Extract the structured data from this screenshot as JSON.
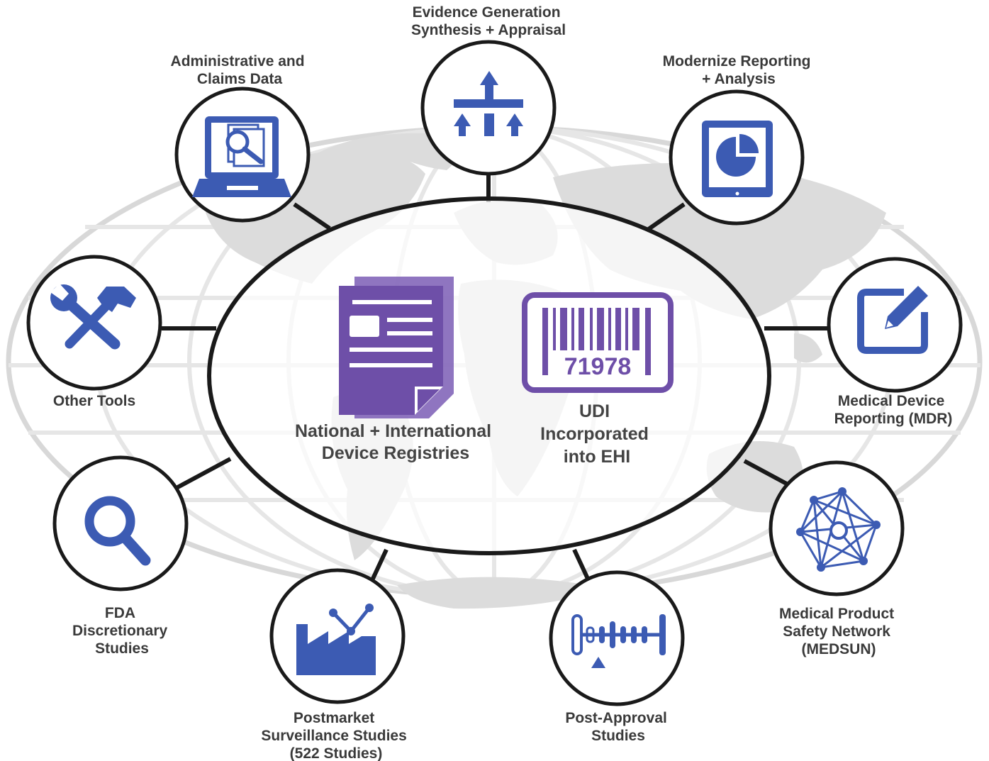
{
  "colors": {
    "icon_blue": "#3c5bb3",
    "registry_purple": "#6e4fa8",
    "outline": "#1a1a1a",
    "globe_land": "#dedede",
    "globe_grid": "#e6e6e6",
    "label_text": "#3a3a3a"
  },
  "center": {
    "registries_icon": "documents-icon",
    "registries_label": [
      "National + International",
      "Device Registries"
    ],
    "udi_icon": "barcode-icon",
    "udi_number": "71978",
    "udi_label": [
      "UDI",
      "Incorporated",
      "into EHI"
    ]
  },
  "nodes": [
    {
      "id": "evidence-generation",
      "icon": "hierarchy-arrows-icon",
      "label": [
        "Evidence Generation",
        "Synthesis + Appraisal"
      ]
    },
    {
      "id": "modernize-reporting",
      "icon": "tablet-pie-chart-icon",
      "label": [
        "Modernize Reporting",
        "+ Analysis"
      ]
    },
    {
      "id": "medical-device-reporting",
      "icon": "edit-pencil-icon",
      "label": [
        "Medical Device",
        "Reporting (MDR)"
      ]
    },
    {
      "id": "medsun",
      "icon": "network-star-icon",
      "label": [
        "Medical Product",
        "Safety Network",
        "(MEDSUN)"
      ]
    },
    {
      "id": "post-approval-studies",
      "icon": "slider-scale-icon",
      "label": [
        "Post-Approval",
        "Studies"
      ]
    },
    {
      "id": "postmarket-surveillance",
      "icon": "factory-trend-icon",
      "label": [
        "Postmarket",
        "Surveillance Studies",
        "(522 Studies)"
      ]
    },
    {
      "id": "fda-discretionary",
      "icon": "magnifier-icon",
      "label": [
        "FDA",
        "Discretionary",
        "Studies"
      ]
    },
    {
      "id": "other-tools",
      "icon": "wrench-hammer-icon",
      "label": [
        "Other Tools"
      ]
    },
    {
      "id": "administrative-claims",
      "icon": "laptop-search-icon",
      "label": [
        "Administrative and",
        "Claims Data"
      ]
    }
  ]
}
